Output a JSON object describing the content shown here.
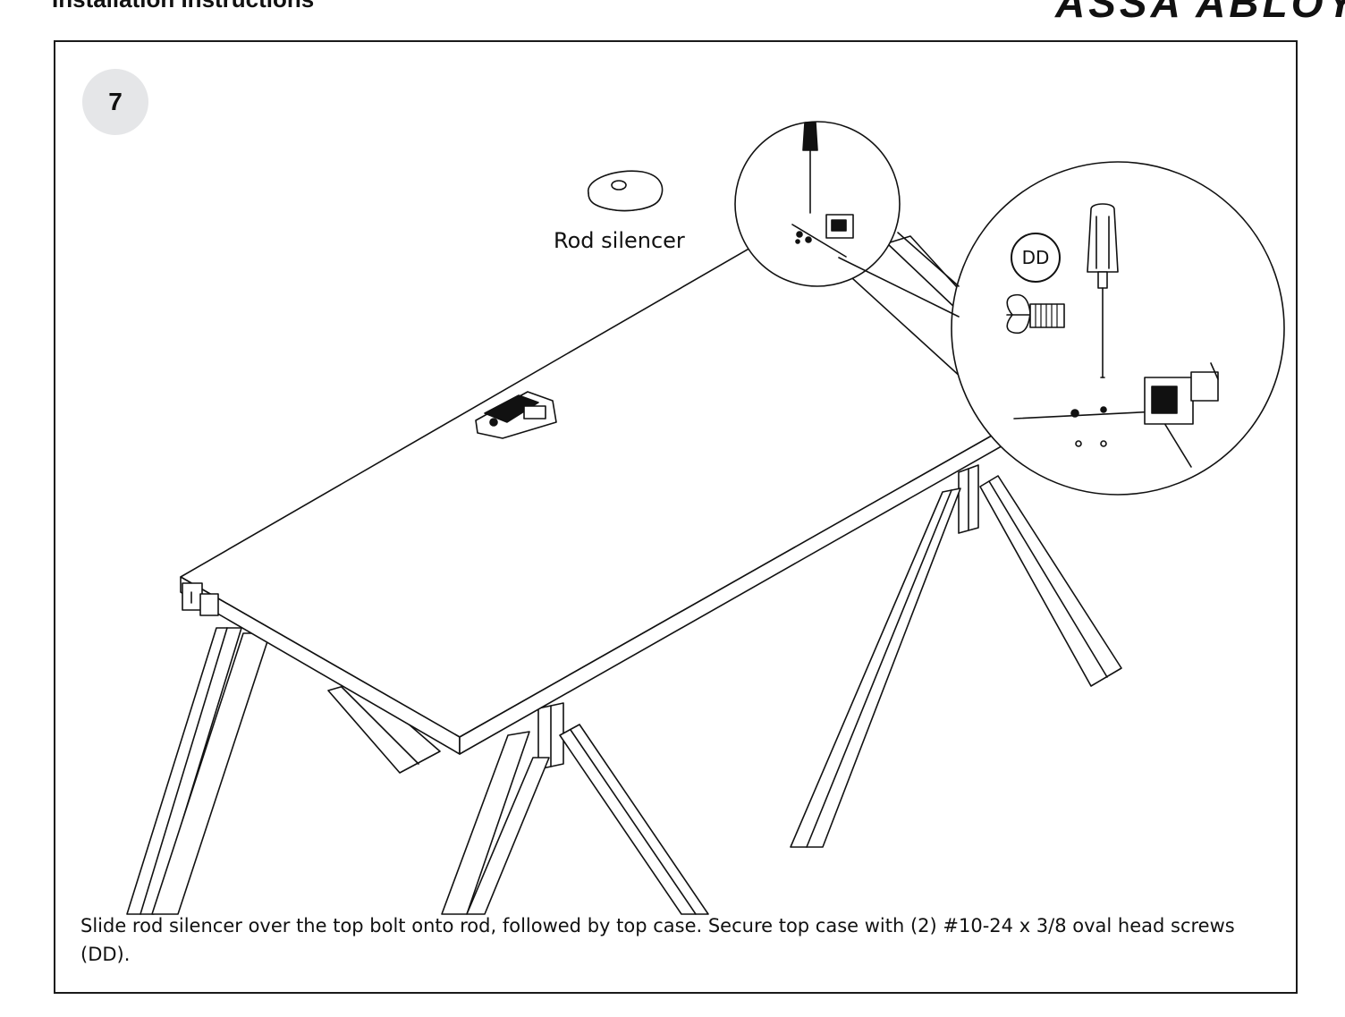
{
  "header": {
    "title": "Installation Instructions",
    "brand": "ASSA ABLOY"
  },
  "step": {
    "number": "7",
    "instruction": "Slide rod silencer over the top bolt onto rod, followed by top case. Secure top case with (2) #10-24 x 3/8 oval head screws (DD)."
  },
  "callouts": {
    "rod_silencer": "Rod silencer",
    "screw_code": "DD"
  }
}
